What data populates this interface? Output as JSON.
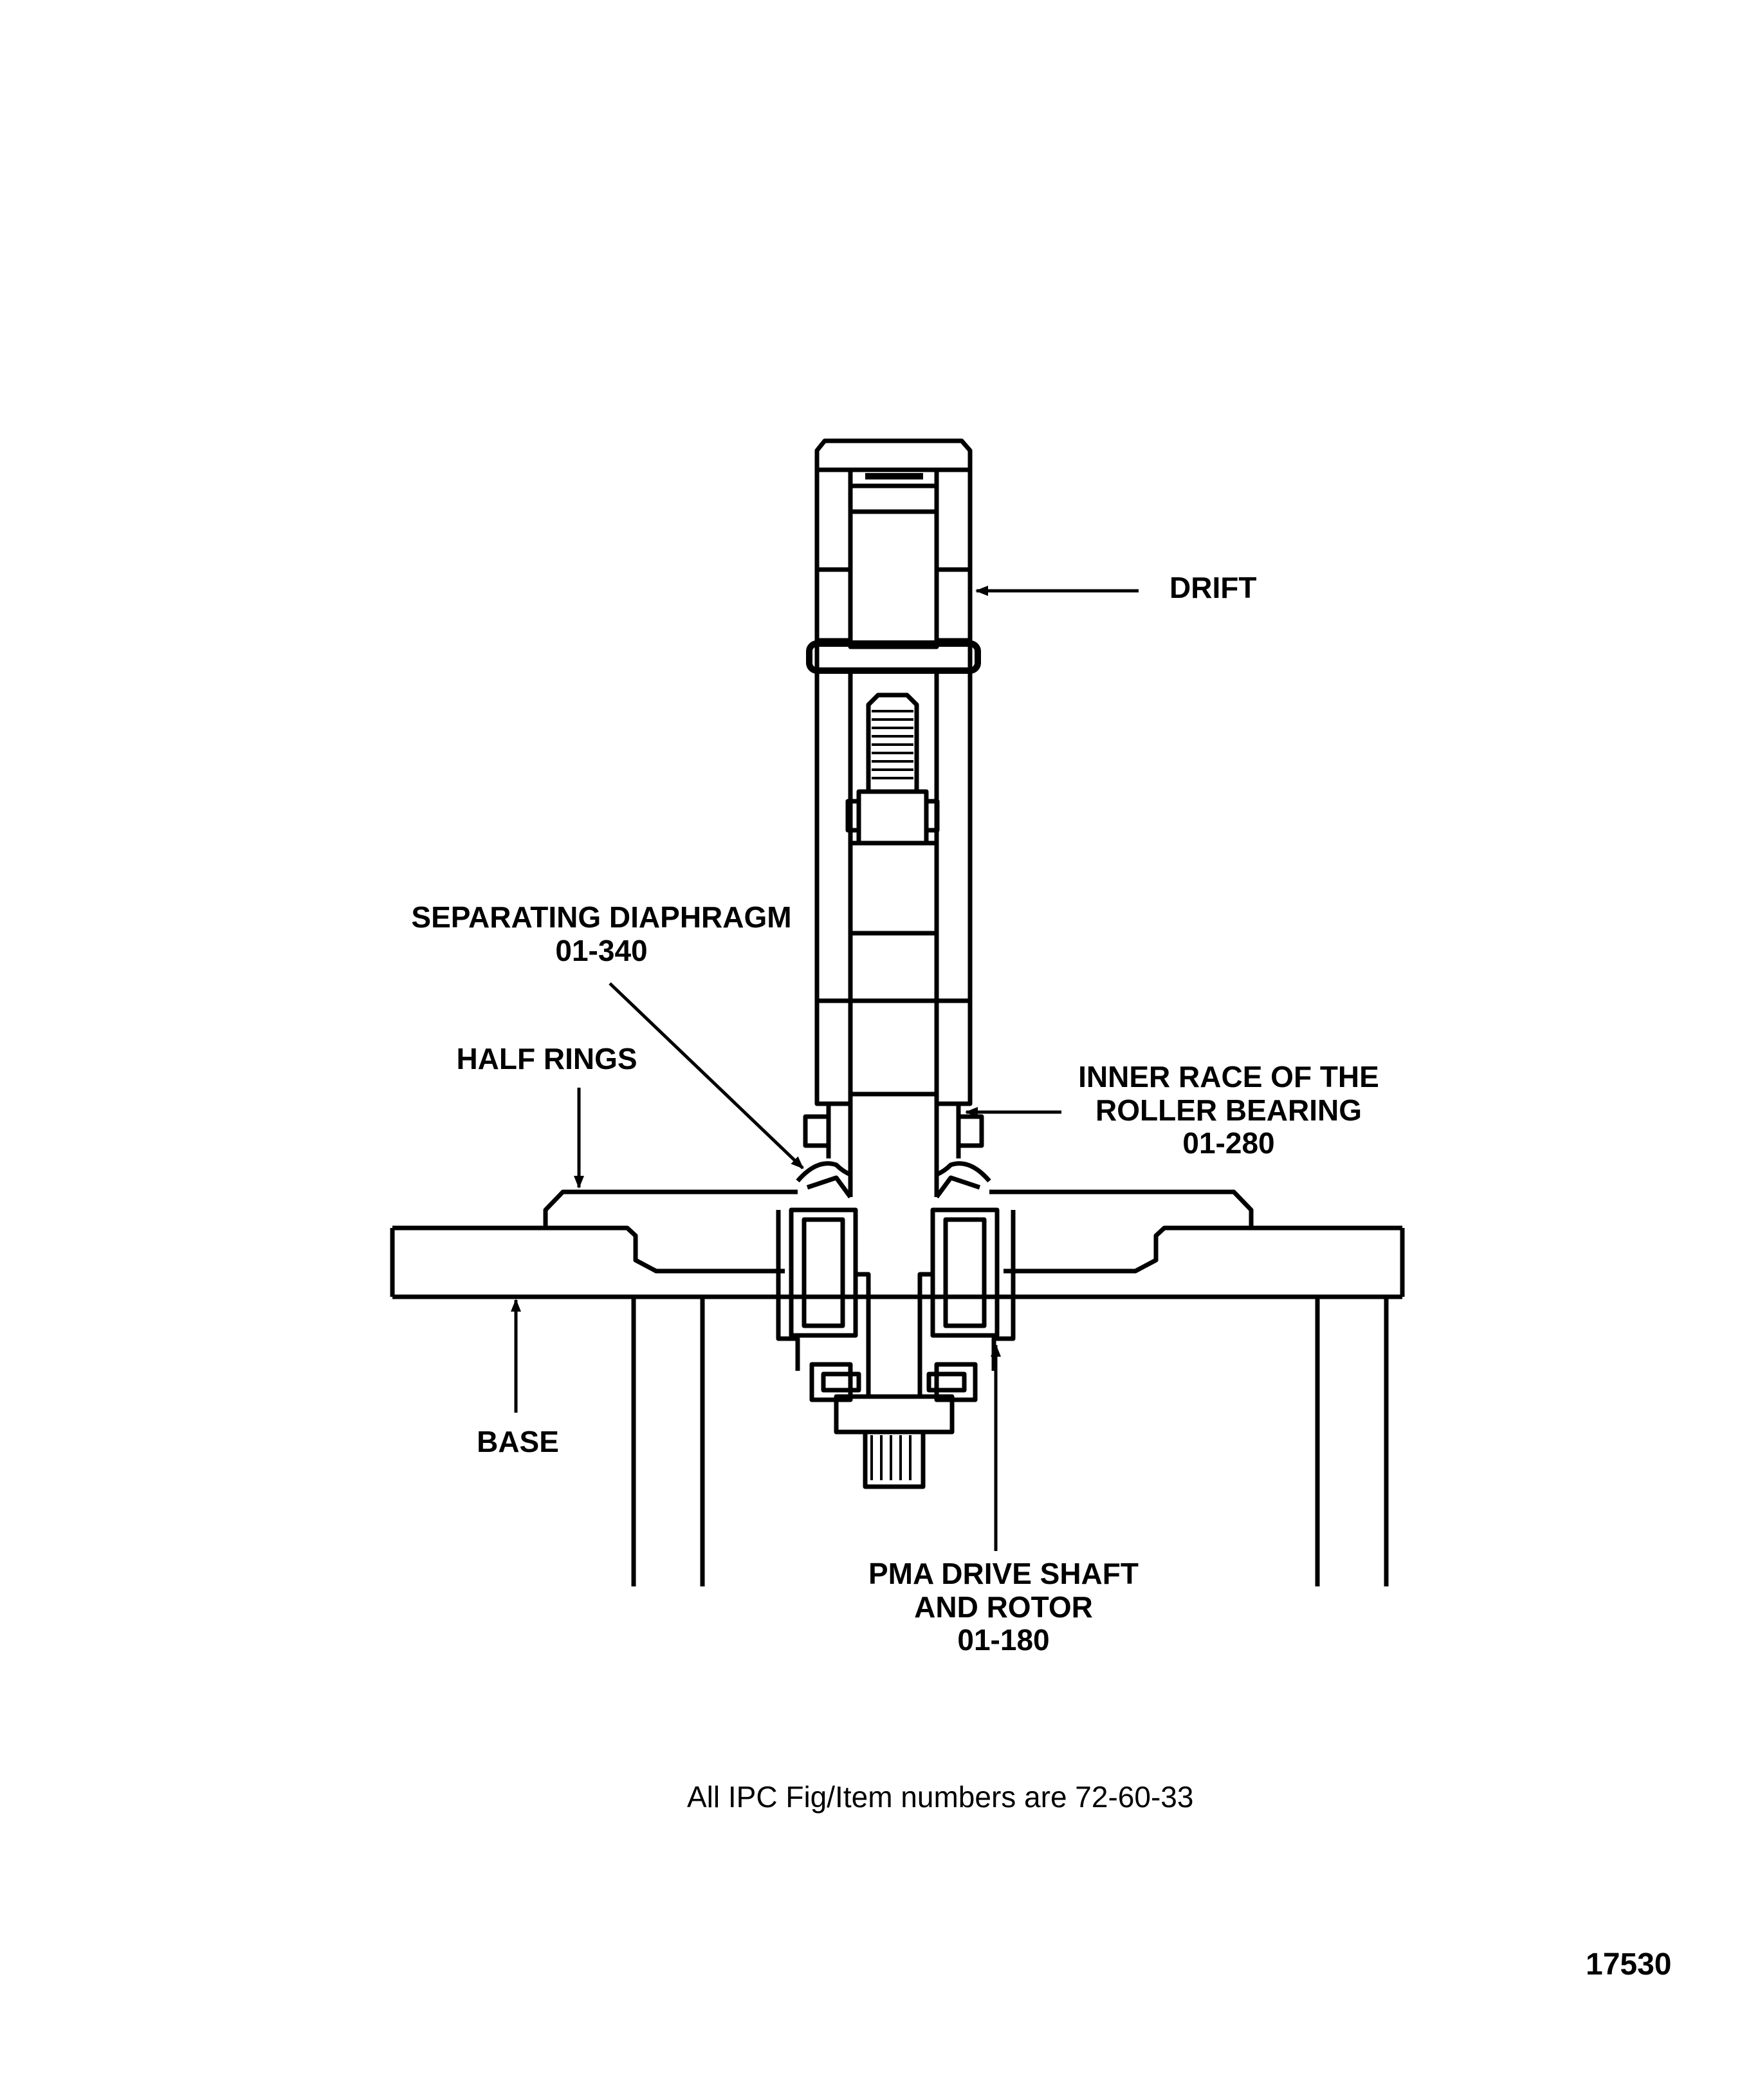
{
  "labels": {
    "drift": "DRIFT",
    "separating_diaphragm": [
      "SEPARATING DIAPHRAGM",
      "01-340"
    ],
    "half_rings": "HALF RINGS",
    "inner_race": [
      "INNER RACE OF THE",
      "ROLLER BEARING",
      "01-280"
    ],
    "base": "BASE",
    "pma_drive_shaft": [
      "PMA DRIVE SHAFT",
      "AND ROTOR",
      "01-180"
    ]
  },
  "footnote": "All IPC Fig/Item numbers are 72-60-33",
  "figure_number": "17530"
}
